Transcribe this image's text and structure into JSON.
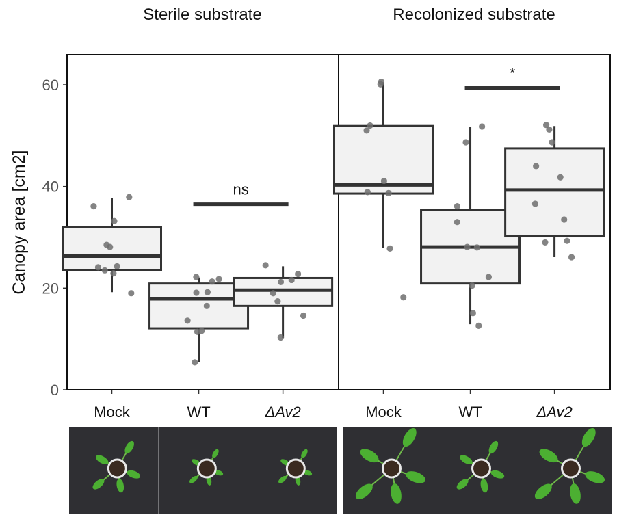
{
  "chart_data": {
    "type": "box",
    "ylabel": "Canopy area [cm2]",
    "xlabel": "",
    "ylim": [
      0,
      65
    ],
    "yticks": [
      0,
      20,
      40,
      60
    ],
    "grid": false,
    "panels": [
      {
        "title": "Sterile substrate",
        "categories": [
          {
            "label": "Mock",
            "delta": false
          },
          {
            "label": "WT",
            "delta": false
          },
          {
            "label": "Av2",
            "delta": true
          }
        ],
        "boxes": [
          {
            "q1": 23.5,
            "median": 26.3,
            "q3": 32.0,
            "whisker_low": 19.2,
            "whisker_high": 37.8,
            "points": [
              37.9,
              36.1,
              33.2,
              28.5,
              28.1,
              24.3,
              24.1,
              23.5,
              22.9,
              19.0
            ]
          },
          {
            "q1": 12.1,
            "median": 17.9,
            "q3": 20.9,
            "whisker_low": 5.4,
            "whisker_high": 22.1,
            "points": [
              22.2,
              21.8,
              21.3,
              19.1,
              19.2,
              16.5,
              13.6,
              11.6,
              11.4,
              5.4
            ]
          },
          {
            "q1": 16.5,
            "median": 19.6,
            "q3": 22.0,
            "whisker_low": 10.2,
            "whisker_high": 24.3,
            "points": [
              24.5,
              22.8,
              21.6,
              21.2,
              19.0,
              17.4,
              14.6,
              10.3
            ]
          }
        ],
        "significance": {
          "from": 1,
          "to": 2,
          "y": 36.5,
          "label": "ns"
        }
      },
      {
        "title": "Recolonized substrate",
        "categories": [
          {
            "label": "Mock",
            "delta": false
          },
          {
            "label": "WT",
            "delta": false
          },
          {
            "label": "Av2",
            "delta": true
          }
        ],
        "boxes": [
          {
            "q1": 38.6,
            "median": 40.3,
            "q3": 51.9,
            "whisker_low": 27.9,
            "whisker_high": 60.5,
            "points": [
              60.6,
              60.1,
              52.0,
              51.0,
              41.1,
              38.9,
              38.7,
              27.8,
              18.2
            ]
          },
          {
            "q1": 20.9,
            "median": 28.1,
            "q3": 35.4,
            "whisker_low": 12.9,
            "whisker_high": 51.8,
            "points": [
              51.8,
              48.7,
              36.1,
              33.0,
              28.0,
              28.1,
              22.2,
              20.5,
              15.1,
              12.6
            ]
          },
          {
            "q1": 30.2,
            "median": 39.3,
            "q3": 47.5,
            "whisker_low": 26.1,
            "whisker_high": 51.9,
            "points": [
              52.1,
              51.2,
              48.7,
              44.0,
              41.8,
              36.6,
              33.5,
              29.3,
              29.0,
              26.1
            ]
          }
        ],
        "significance": {
          "from": 1,
          "to": 2,
          "y": 59.4,
          "label": "*"
        }
      }
    ],
    "colors": {
      "box_fill": "#f2f2f2",
      "box_stroke": "#333333",
      "point": "#6e6e6e",
      "photo_background": "#2f2f33",
      "leaf": "#4caf32"
    }
  },
  "photos": [
    {
      "panel": 0,
      "category": "Mock",
      "plant_size": "medium"
    },
    {
      "panel": 0,
      "category": "WT",
      "plant_size": "small"
    },
    {
      "panel": 0,
      "category": "Av2",
      "plant_size": "small"
    },
    {
      "panel": 1,
      "category": "Mock",
      "plant_size": "large"
    },
    {
      "panel": 1,
      "category": "WT",
      "plant_size": "medium"
    },
    {
      "panel": 1,
      "category": "Av2",
      "plant_size": "large"
    }
  ]
}
